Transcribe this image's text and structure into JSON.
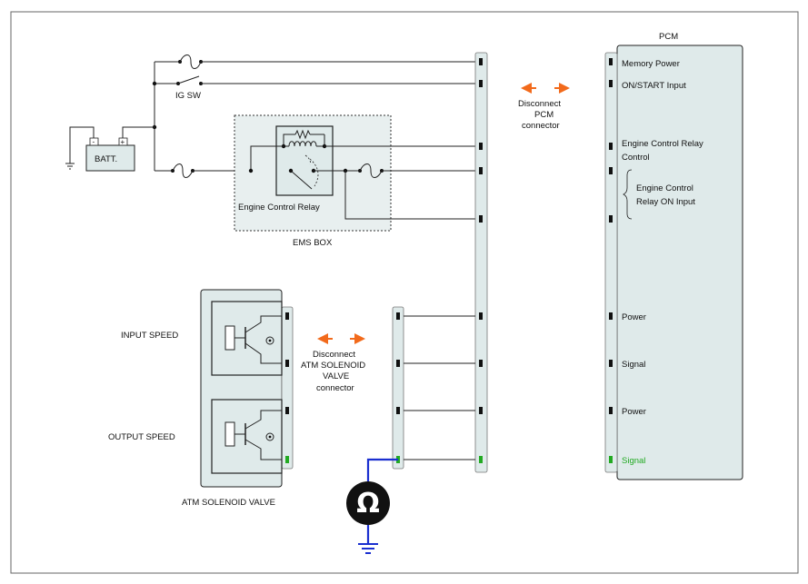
{
  "labels": {
    "pcm": "PCM",
    "memory_power": "Memory Power",
    "on_start_input": "ON/START Input",
    "ecr_control_1": "Engine Control Relay",
    "ecr_control_2": "Control",
    "ecr_on_input_1": "Engine Control",
    "ecr_on_input_2": "Relay ON Input",
    "pcm_power_1": "Power",
    "pcm_signal_1": "Signal",
    "pcm_power_2": "Power",
    "pcm_signal_2": "Signal",
    "disconnect_pcm_1": "Disconnect",
    "disconnect_pcm_2": "PCM",
    "disconnect_pcm_3": "connector",
    "ig_sw": "IG SW",
    "battery": "BATT.",
    "engine_control_relay": "Engine Control Relay",
    "ems_box": "EMS BOX",
    "input_speed": "INPUT SPEED",
    "output_speed": "OUTPUT SPEED",
    "atm_solenoid_valve": "ATM SOLENOID VALVE",
    "disconnect_atm_1": "Disconnect",
    "disconnect_atm_2": "ATM SOLENOID",
    "disconnect_atm_3": "VALVE",
    "disconnect_atm_4": "connector",
    "ohm_symbol": "Ω",
    "batt_minus": "-",
    "batt_plus": "+"
  },
  "colors": {
    "connector_fill": "#dfeaea",
    "highlight_green": "#22aa22",
    "probe_blue": "#1a2fd0",
    "arrow_orange": "#f26a1b",
    "meter_black": "#111111"
  },
  "icons": {
    "meter": "ohmmeter-icon",
    "ground": "ground-icon",
    "fuse": "fuse-icon",
    "switch": "switch-icon",
    "relay_coil": "relay-coil-icon",
    "transistor": "transistor-icon"
  }
}
